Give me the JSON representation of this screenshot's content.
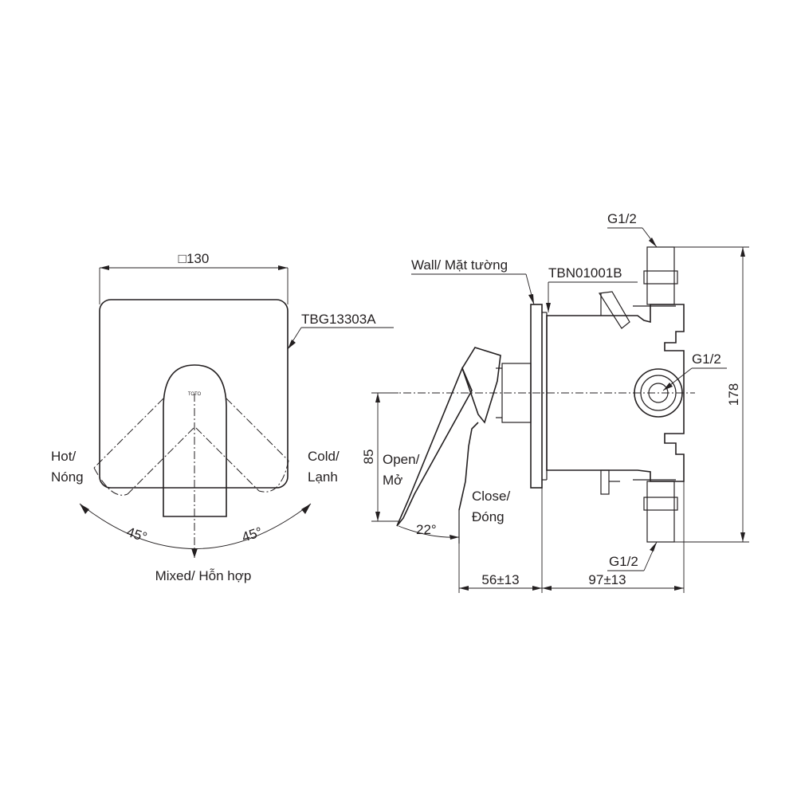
{
  "front_view": {
    "width_dim": "□130",
    "plate_code": "TBG13303A",
    "brand_mark": "TOTO",
    "hot_label_en": "Hot/",
    "hot_label_vi": "Nóng",
    "cold_label_en": "Cold/",
    "cold_label_vi": "Lạnh",
    "angle_left": "45°",
    "angle_right": "45°",
    "mixed_label": "Mixed/ Hỗn hợp"
  },
  "side_view": {
    "wall_label": "Wall/ Mặt tường",
    "body_code": "TBN01001B",
    "inlet_top": "G1/2",
    "outlet_mid": "G1/2",
    "inlet_bottom": "G1/2",
    "height_dim": "178",
    "handle_height_dim": "85",
    "open_label_en": "Open/",
    "open_label_vi": "Mở",
    "close_label_en": "Close/",
    "close_label_vi": "Đóng",
    "angle": "22°",
    "depth_front_dim": "56±13",
    "depth_back_dim": "97±13"
  },
  "colors": {
    "ink": "#231f20",
    "background": "#ffffff"
  }
}
